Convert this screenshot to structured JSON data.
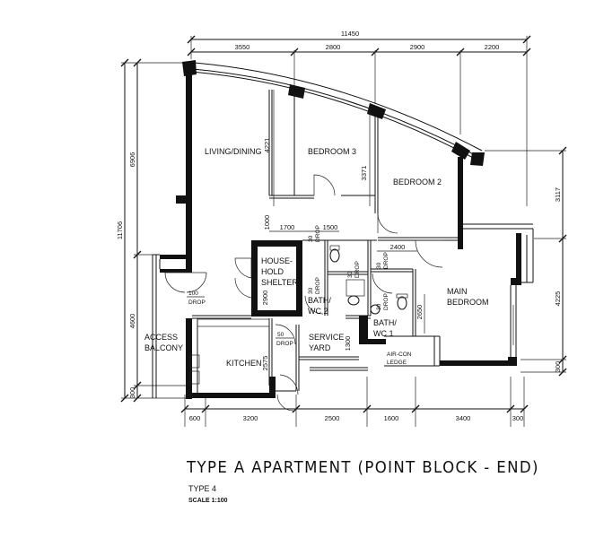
{
  "title": "TYPE A APARTMENT (POINT BLOCK - END)",
  "subtitle": "TYPE 4",
  "scale": "SCALE  1:100",
  "rooms": {
    "living_dining": "LIVING/DINING",
    "bedroom3": "BEDROOM 3",
    "bedroom2": "BEDROOM 2",
    "household_shelter_1": "HOUSE-",
    "household_shelter_2": "HOLD",
    "household_shelter_3": "SHELTER",
    "bath2_1": "BATH/",
    "bath2_2": "WC 2",
    "bath1_1": "BATH/",
    "bath1_2": "WC 1",
    "main_bedroom_1": "MAIN",
    "main_bedroom_2": "BEDROOM",
    "access_balcony_1": "ACCESS",
    "access_balcony_2": "BALCONY",
    "kitchen": "KITCHEN",
    "service_yard_1": "SERVICE",
    "service_yard_2": "YARD",
    "aircon_1": "AIR-CON",
    "aircon_2": "LEDGE"
  },
  "drops": {
    "drop_num_100": "100",
    "drop_num_50": "50",
    "drop_num_30": "30",
    "drop_label": "DROP"
  },
  "dimensions": {
    "top_total": "11450",
    "top_1": "3550",
    "top_2": "2800",
    "top_3": "2900",
    "top_4": "2200",
    "bottom_1": "600",
    "bottom_2": "3200",
    "bottom_3": "2500",
    "bottom_4": "1600",
    "bottom_5": "3400",
    "bottom_6": "300",
    "left_total": "11706",
    "left_1": "6906",
    "left_2": "4600",
    "left_3": "300",
    "right_1": "3117",
    "right_2": "4225",
    "right_3": "300",
    "int_4221": "4221",
    "int_3371": "3371",
    "int_1000": "1000",
    "int_1700": "1700",
    "int_1500": "1500",
    "int_2400": "2400",
    "int_2900": "2900",
    "int_2650": "2650",
    "int_2575": "2575",
    "int_1300": "1300"
  }
}
